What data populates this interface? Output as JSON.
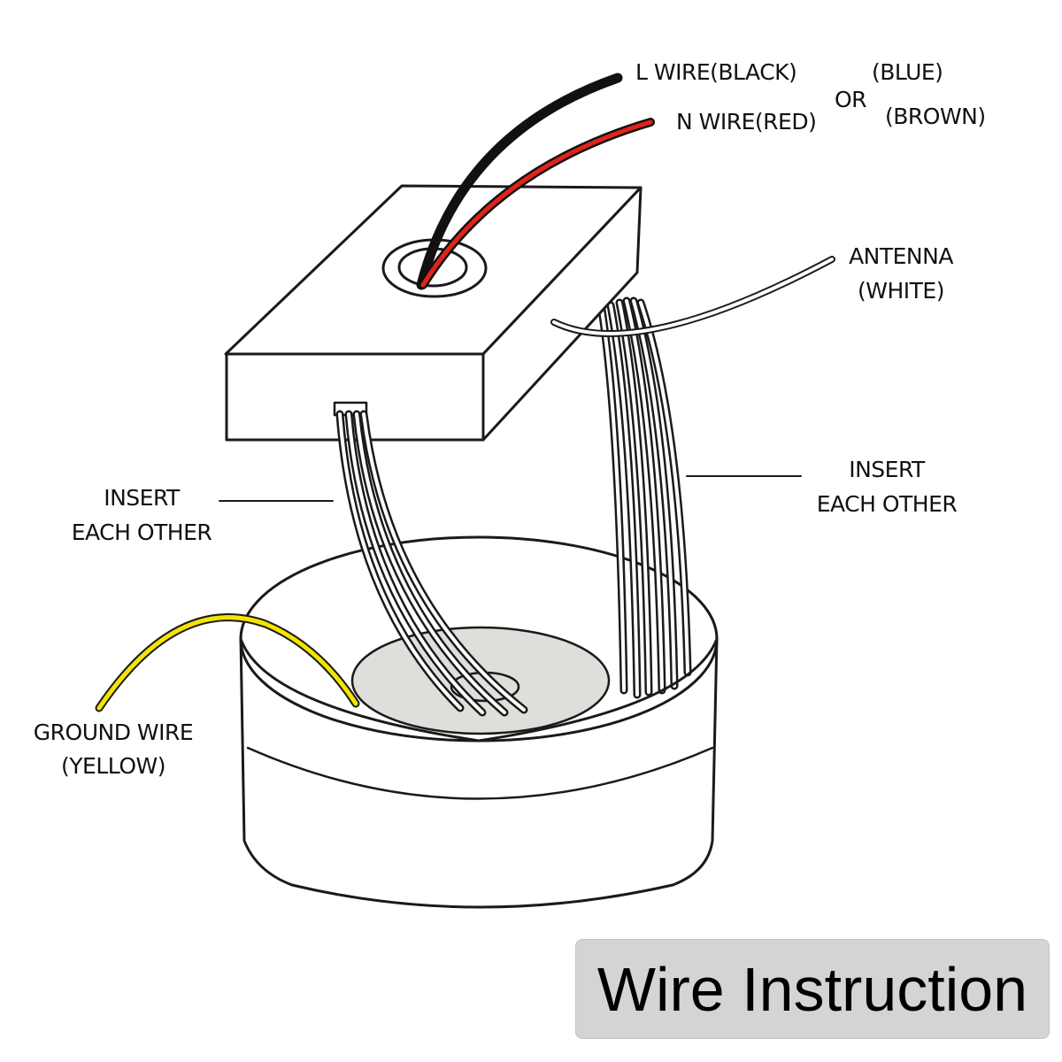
{
  "title": "Wire Instruction",
  "labels": {
    "l_wire": "L WIRE(BLACK)",
    "n_wire": "N WIRE(RED)",
    "or": "OR",
    "alt_l": "(BLUE)",
    "alt_n": "(BROWN)",
    "antenna_line1": "ANTENNA",
    "antenna_line2": "(WHITE)",
    "insert_left_line1": "INSERT",
    "insert_left_line2": "EACH OTHER",
    "insert_right_line1": "INSERT",
    "insert_right_line2": "EACH OTHER",
    "ground_line1": "GROUND WIRE",
    "ground_line2": "(YELLOW)"
  },
  "colors": {
    "l_wire": "#111111",
    "n_wire": "#e0241b",
    "ground_wire": "#f5e400",
    "antenna": "#ffffff",
    "outline": "#1a1a1a",
    "base_disc": "#e0deda",
    "title_bg": "#d4d4d4"
  }
}
